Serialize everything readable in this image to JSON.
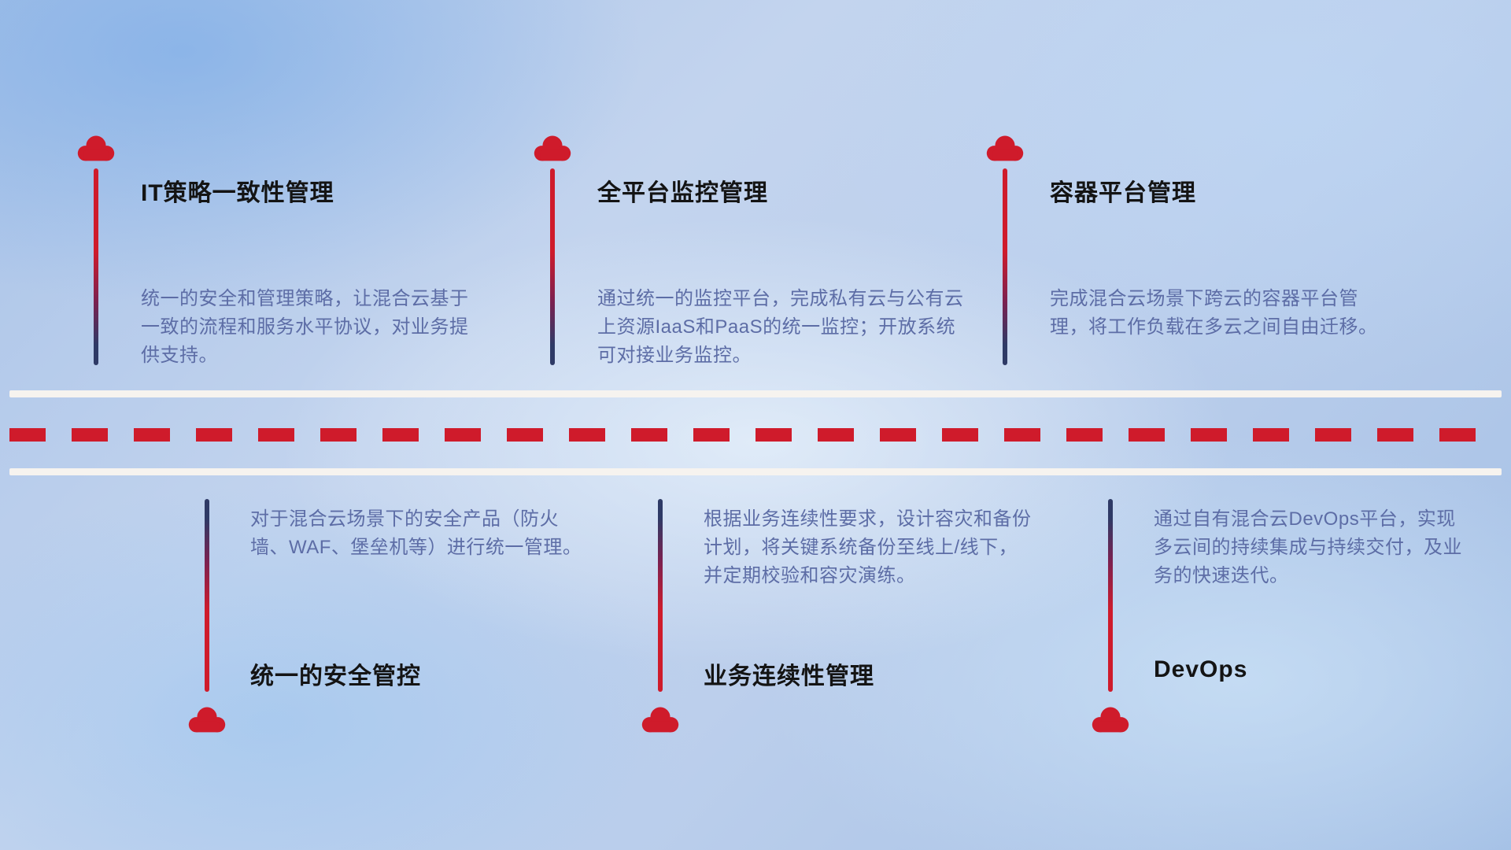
{
  "diagram": {
    "top_items": [
      {
        "title": "IT策略一致性管理",
        "desc": "统一的安全和管理策略，让混合云基于一致的流程和服务水平协议，对业务提供支持。"
      },
      {
        "title": "全平台监控管理",
        "desc": "通过统一的监控平台，完成私有云与公有云上资源IaaS和PaaS的统一监控；开放系统可对接业务监控。"
      },
      {
        "title": "容器平台管理",
        "desc": "完成混合云场景下跨云的容器平台管理，将工作负载在多云之间自由迁移。"
      }
    ],
    "bottom_items": [
      {
        "title": "统一的安全管控",
        "desc": "对于混合云场景下的安全产品（防火墙、WAF、堡垒机等）进行统一管理。"
      },
      {
        "title": "业务连续性管理",
        "desc": "根据业务连续性要求，设计容灾和备份计划，将关键系统备份至线上/线下，并定期校验和容灾演练。"
      },
      {
        "title": "DevOps",
        "desc": "通过自有混合云DevOps平台，实现多云间的持续集成与持续交付，及业务的快速迭代。"
      }
    ],
    "colors": {
      "accent_red": "#cf1b2b",
      "accent_navy": "#2e3a66",
      "desc_text": "#5d6da6",
      "title_text": "#141414",
      "road_line": "#f6f3ef"
    }
  }
}
